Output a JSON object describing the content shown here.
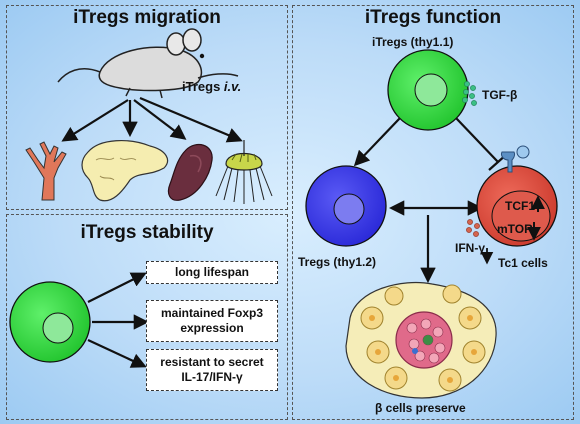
{
  "migration": {
    "title": "iTregs migration",
    "injection_label": "iTregs",
    "injection_route": "i.v.",
    "targets": [
      "lung-icon",
      "pancreas-icon",
      "spleen-icon",
      "lymph-node-icon"
    ]
  },
  "stability": {
    "title": "iTregs stability",
    "items": [
      {
        "text": "long lifespan"
      },
      {
        "line1": "maintained Foxp3",
        "line2": "expression"
      },
      {
        "line1": "resistant to secret",
        "line2": "IL-17/IFN-γ"
      }
    ]
  },
  "function": {
    "title": "iTregs function",
    "itregs_label": "iTregs (thy1.1)",
    "tgf_label": "TGF-β",
    "tregs_label": "Tregs (thy1.2)",
    "tc1_label": "Tc1 cells",
    "tcf1_label": "TCF1",
    "mtor_label": "mTOR",
    "ifn_label": "IFN-γ",
    "beta_label": "β cells preserve"
  },
  "colors": {
    "itreg_green": "#2fd43a",
    "itreg_nucleus": "#8ee89a",
    "treg_blue": "#3c3be6",
    "treg_nucleus": "#7c7cf0",
    "tc1_red": "#d9473a",
    "tgf_green": "#3bbf84"
  }
}
